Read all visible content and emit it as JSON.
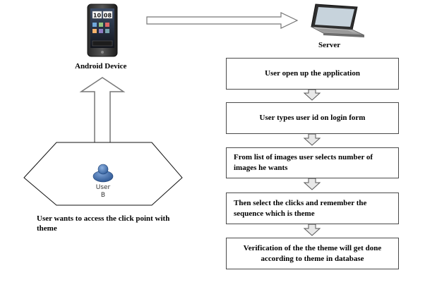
{
  "labels": {
    "android_device": "Android Device",
    "server": "Server",
    "user_goal": "User wants to access the click point with theme",
    "user_icon_line1": "User",
    "user_icon_line2": "B"
  },
  "steps": [
    "User open up the application",
    "User types user id on login form",
    "From list of images user selects number of images he wants",
    "Then select the clicks and remember the  sequence which is theme",
    "Verification of the the theme will get done according to theme in database"
  ],
  "phone_screen": {
    "time": "10 08"
  }
}
